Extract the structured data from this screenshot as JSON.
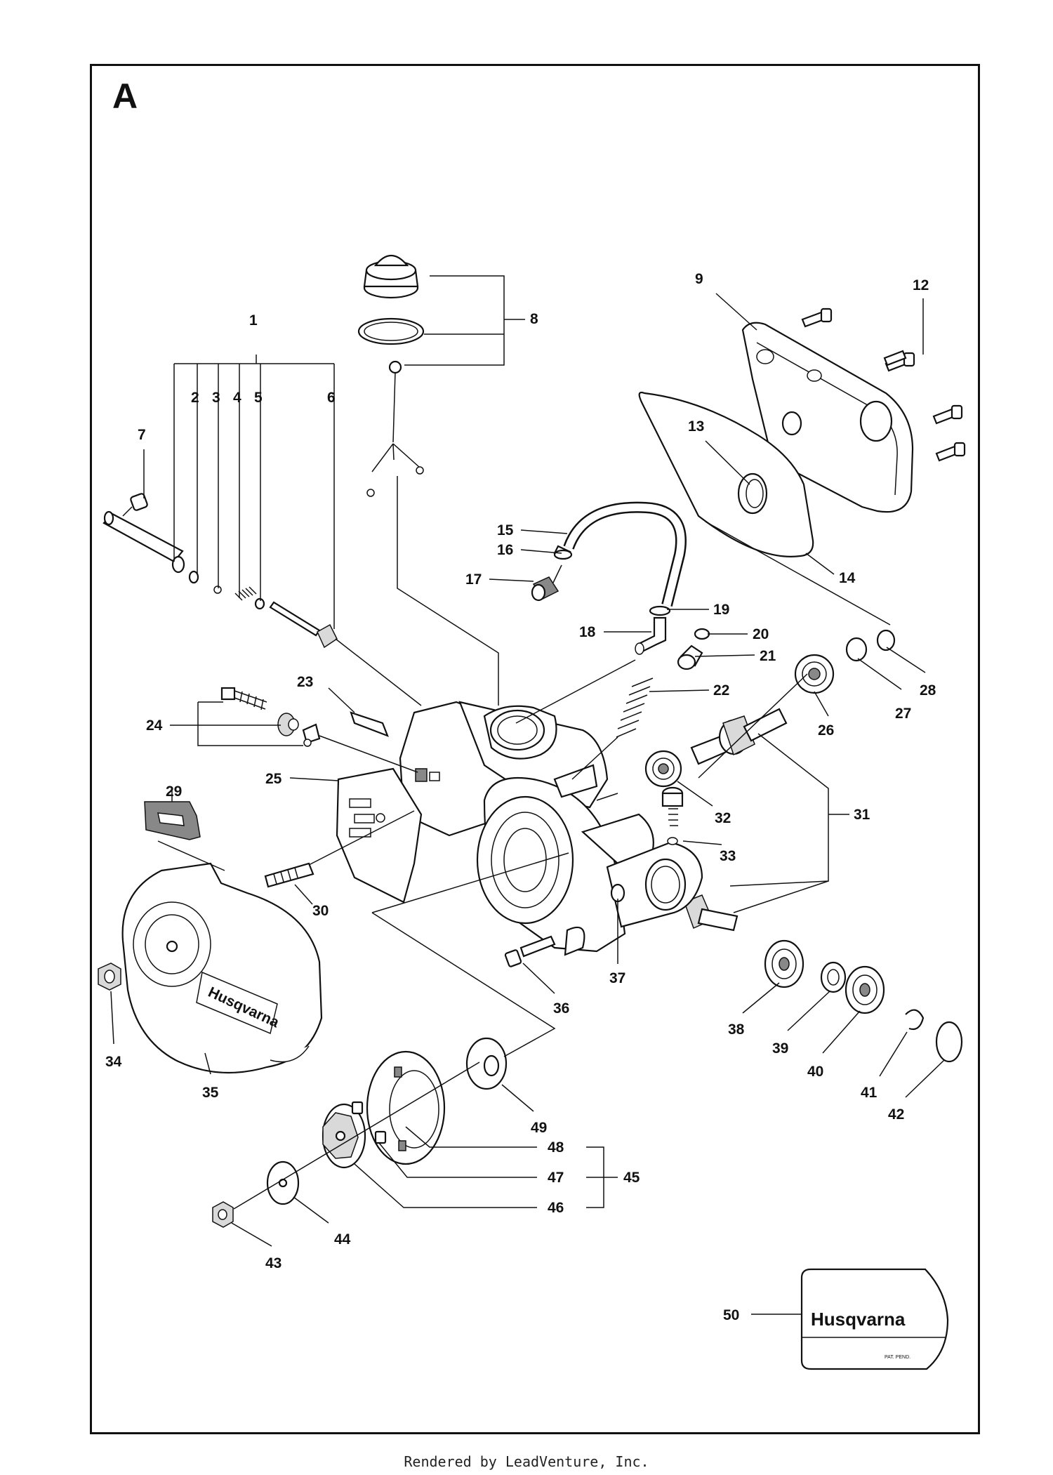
{
  "diagram": {
    "section": "A",
    "callouts": [
      "1",
      "2",
      "3",
      "4",
      "5",
      "6",
      "7",
      "8",
      "9",
      "12",
      "13",
      "14",
      "15",
      "16",
      "17",
      "18",
      "19",
      "20",
      "21",
      "22",
      "23",
      "24",
      "25",
      "26",
      "27",
      "28",
      "29",
      "30",
      "31",
      "32",
      "33",
      "34",
      "35",
      "36",
      "37",
      "38",
      "39",
      "40",
      "41",
      "42",
      "43",
      "44",
      "45",
      "46",
      "47",
      "48",
      "49",
      "50"
    ],
    "decal_text": "Husqvarna",
    "decal_small": "PAT. PEND.",
    "cover_brand": "Husqvarna"
  },
  "footer": "Rendered by LeadVenture, Inc."
}
